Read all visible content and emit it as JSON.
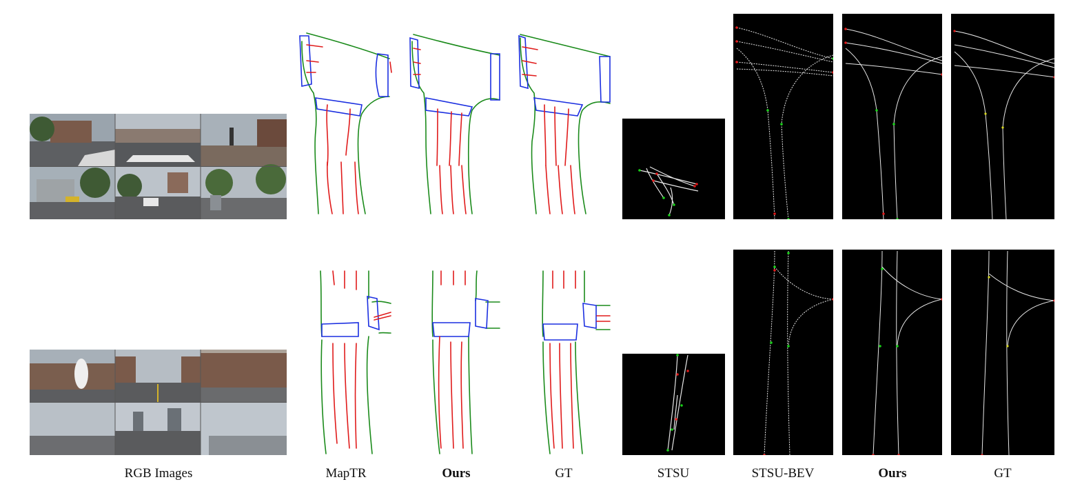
{
  "figure": {
    "columns": [
      {
        "key": "rgb",
        "label": "RGB Images",
        "bold": false
      },
      {
        "key": "maptr",
        "label": "MapTR",
        "bold": false
      },
      {
        "key": "ours1",
        "label": "Ours",
        "bold": true
      },
      {
        "key": "gt1",
        "label": "GT",
        "bold": false
      },
      {
        "key": "stsu",
        "label": "STSU",
        "bold": false
      },
      {
        "key": "stsubev",
        "label": "STSU-BEV",
        "bold": false
      },
      {
        "key": "ours2",
        "label": "Ours",
        "bold": true
      },
      {
        "key": "gt2",
        "label": "GT",
        "bold": false
      }
    ],
    "colors": {
      "boundary": "#1a8a1a",
      "divider": "#e01a1a",
      "crossing": "#1a2ee0",
      "centerline": "#e8e8e8",
      "background_dark": "#000000"
    },
    "rows": [
      {
        "name": "row-1"
      },
      {
        "name": "row-2"
      }
    ]
  }
}
